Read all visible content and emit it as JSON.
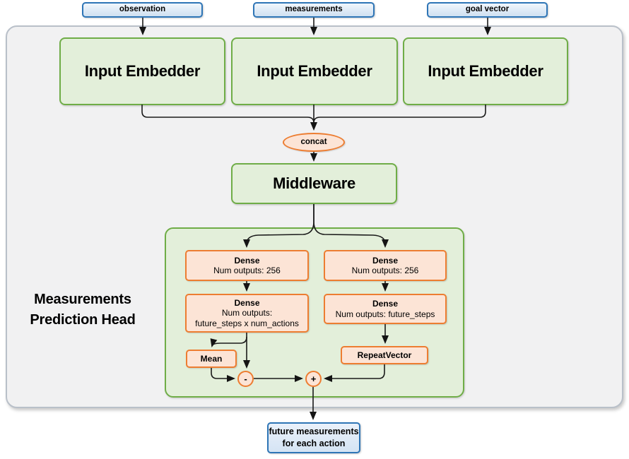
{
  "diagram": {
    "io_inputs": [
      {
        "label": "observation"
      },
      {
        "label": "measurements"
      },
      {
        "label": "goal vector"
      }
    ],
    "embedders": [
      {
        "label": "Input Embedder"
      },
      {
        "label": "Input Embedder"
      },
      {
        "label": "Input Embedder"
      }
    ],
    "concat": {
      "label": "concat"
    },
    "middleware": {
      "label": "Middleware"
    },
    "head": {
      "label": "Measurements Prediction Head",
      "dense_left_1": {
        "name": "Dense",
        "detail": "Num outputs: 256"
      },
      "dense_right_1": {
        "name": "Dense",
        "detail": "Num outputs: 256"
      },
      "dense_left_2": {
        "name": "Dense",
        "detail": "Num outputs:",
        "detail2": "future_steps x num_actions"
      },
      "dense_right_2": {
        "name": "Dense",
        "detail": "Num outputs: future_steps"
      },
      "mean": {
        "label": "Mean"
      },
      "repeat_vector": {
        "label": "RepeatVector"
      },
      "minus_op": {
        "label": "-"
      },
      "plus_op": {
        "label": "+"
      }
    },
    "output": {
      "line1": "future measurements",
      "line2": "for each action"
    },
    "colors": {
      "green_border": "#70ad47",
      "green_fill": "#e2efda",
      "orange_border": "#ed7d31",
      "orange_fill": "#fce4d6",
      "blue_border": "#2e75b6",
      "blue_fill": "#dbe8f6",
      "panel_fill": "#f1f1f2",
      "panel_border": "#b9c0c9",
      "connector": "#1a1a1a"
    }
  }
}
